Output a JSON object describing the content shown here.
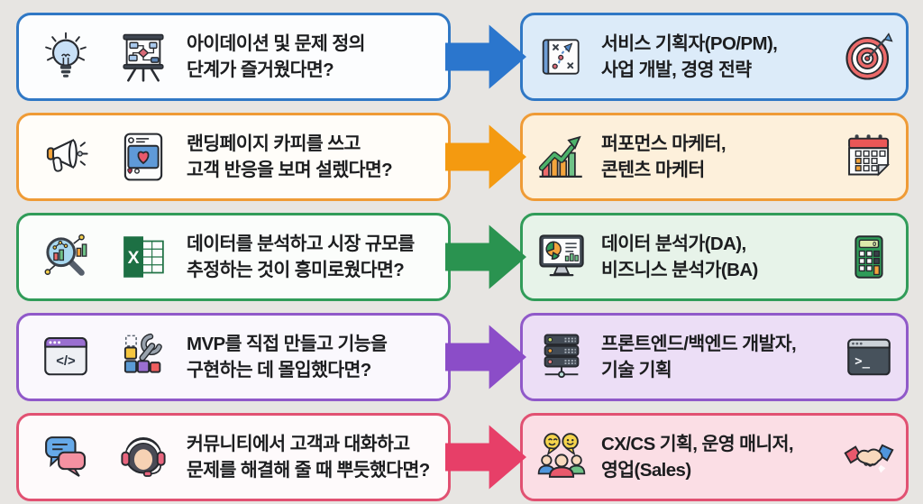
{
  "page": {
    "background": "#e7e5e2",
    "text_color": "#1c1d1f"
  },
  "rows": [
    {
      "id": "ideation",
      "question": {
        "line1": "아이데이션 및 문제 정의",
        "line2": "단계가 즐거웠다면?",
        "icons": [
          "lightbulb-icon",
          "flowchart-easel-icon"
        ]
      },
      "careers": {
        "line1": "서비스 기획자(PO/PM),",
        "line2": "사업 개발, 경영 전략",
        "icon_left": "strategy-map-icon",
        "icon_right": "target-dart-icon"
      },
      "colors": {
        "border": "#3078c5",
        "arrow": "#2b76cd",
        "question_bg": "#fcfdfe",
        "career_bg": "#dcebf9"
      }
    },
    {
      "id": "marketing",
      "question": {
        "line1": "랜딩페이지 카피를 쓰고",
        "line2": "고객 반응을 보며 설렜다면?",
        "icons": [
          "megaphone-icon",
          "social-post-icon"
        ]
      },
      "careers": {
        "line1": "퍼포먼스 마케터,",
        "line2": "콘텐츠 마케터",
        "icon_left": "growth-chart-icon",
        "icon_right": "calendar-icon"
      },
      "colors": {
        "border": "#ef9b36",
        "arrow": "#f49a10",
        "question_bg": "#fffdf9",
        "career_bg": "#fdf0db"
      }
    },
    {
      "id": "data-analysis",
      "question": {
        "line1": "데이터를 분석하고 시장 규모를",
        "line2": "추정하는 것이 흥미로웠다면?",
        "icons": [
          "magnifier-chart-icon",
          "excel-icon"
        ]
      },
      "careers": {
        "line1": "데이터 분석가(DA),",
        "line2": "비즈니스 분석가(BA)",
        "icon_left": "monitor-analytics-icon",
        "icon_right": "calculator-icon"
      },
      "colors": {
        "border": "#319c59",
        "arrow": "#2a9350",
        "question_bg": "#fbfdfb",
        "career_bg": "#e7f3e9"
      }
    },
    {
      "id": "building",
      "question": {
        "line1": "MVP를 직접 만들고 기능을",
        "line2": "구현하는 데 몰입했다면?",
        "icons": [
          "code-window-icon",
          "blocks-wrench-icon"
        ]
      },
      "careers": {
        "line1": "프론트엔드/백엔드 개발자,",
        "line2": "기술 기획",
        "icon_left": "server-stack-icon",
        "icon_right": "terminal-icon"
      },
      "colors": {
        "border": "#9059c9",
        "arrow": "#8b4dc8",
        "question_bg": "#faf8fd",
        "career_bg": "#ecdef6"
      }
    },
    {
      "id": "community",
      "question": {
        "line1": "커뮤니티에서 고객과 대화하고",
        "line2": "문제를 해결해 줄 때 뿌듯했다면?",
        "icons": [
          "chat-bubbles-icon",
          "support-agent-icon"
        ]
      },
      "careers": {
        "line1": "CX/CS 기획, 운영 매니저,",
        "line2": "영업(Sales)",
        "icon_left": "community-people-icon",
        "icon_right": "handshake-icon"
      },
      "colors": {
        "border": "#e15172",
        "arrow": "#e73f68",
        "question_bg": "#fefafb",
        "career_bg": "#fbdee5"
      }
    }
  ],
  "icon_glyphs": {
    "excel_letter": "X",
    "code_window": "</>",
    "terminal_prompt": ">_",
    "calculator_display": "0"
  }
}
